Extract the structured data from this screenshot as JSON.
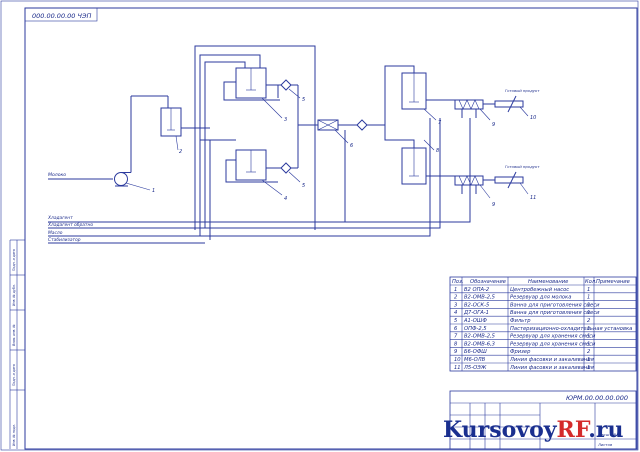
{
  "drawing_code_top": "000.00.00.00 ЧЭП",
  "drawing_code_titleblock": "ЮРМ.00.00.00.000",
  "streams": [
    {
      "id": "milk",
      "label": "Молоко"
    },
    {
      "id": "coolant",
      "label": "Хладагент"
    },
    {
      "id": "coolant_return",
      "label": "Хладагент обратно"
    },
    {
      "id": "oil",
      "label": "Масло"
    },
    {
      "id": "stabilizer",
      "label": "Стабилизатор"
    }
  ],
  "product_outputs": [
    {
      "id": "out1",
      "label": "Готовый продукт"
    },
    {
      "id": "out2",
      "label": "Готовый продукт"
    }
  ],
  "callouts": [
    "1",
    "2",
    "3",
    "4",
    "5",
    "5",
    "6",
    "7",
    "8",
    "9",
    "9",
    "10",
    "11"
  ],
  "spec_table": {
    "headers": [
      "Поз.",
      "Обозначение",
      "Наименование",
      "Кол.",
      "Примечание"
    ],
    "rows": [
      {
        "pos": "1",
        "designation": "В2 ОПА-2",
        "name": "Центробежный насос",
        "qty": "1"
      },
      {
        "pos": "2",
        "designation": "В2-ОМВ-2,5",
        "name": "Резервуар для молока",
        "qty": "1"
      },
      {
        "pos": "3",
        "designation": "В2-ОСК-5",
        "name": "Ванна для приготовления смеси",
        "qty": "1"
      },
      {
        "pos": "4",
        "designation": "Д7-ОГА-1",
        "name": "Ванна для приготовления смеси",
        "qty": "1"
      },
      {
        "pos": "5",
        "designation": "А1-ОШФ",
        "name": "Фильтр",
        "qty": "2"
      },
      {
        "pos": "6",
        "designation": "ОПФ-2,5",
        "name": "Пастеризационно-охладительная установка",
        "qty": "1"
      },
      {
        "pos": "7",
        "designation": "В2-ОМВ-2,5",
        "name": "Резервуар для хранения смеси",
        "qty": "1"
      },
      {
        "pos": "8",
        "designation": "В2-ОМВ-6,3",
        "name": "Резервуар для хранения смеси",
        "qty": "1"
      },
      {
        "pos": "9",
        "designation": "Б6-ОФШ",
        "name": "Фризер",
        "qty": "2"
      },
      {
        "pos": "10",
        "designation": "М6-ОЛВ",
        "name": "Линия фасовки и закаливания",
        "qty": "1"
      },
      {
        "pos": "11",
        "designation": "Л5-ОЭЖ",
        "name": "Линия фасовки и закаливания",
        "qty": "1"
      }
    ]
  },
  "side_stamp": [
    "Инв. № подл.",
    "Подп. и дата",
    "Взам. инв. №",
    "Инв. № дубл.",
    "Подп. и дата"
  ],
  "titleblock_fields": {
    "sheet": "Листов",
    "scale": "Масштаб"
  },
  "watermark": {
    "text": "KursovoyRF.ru",
    "color_main": "#1a2f8f",
    "color_accent": "#d42b2b"
  },
  "colors": {
    "line": "#2b3a9e",
    "text": "#1a2a8a"
  }
}
